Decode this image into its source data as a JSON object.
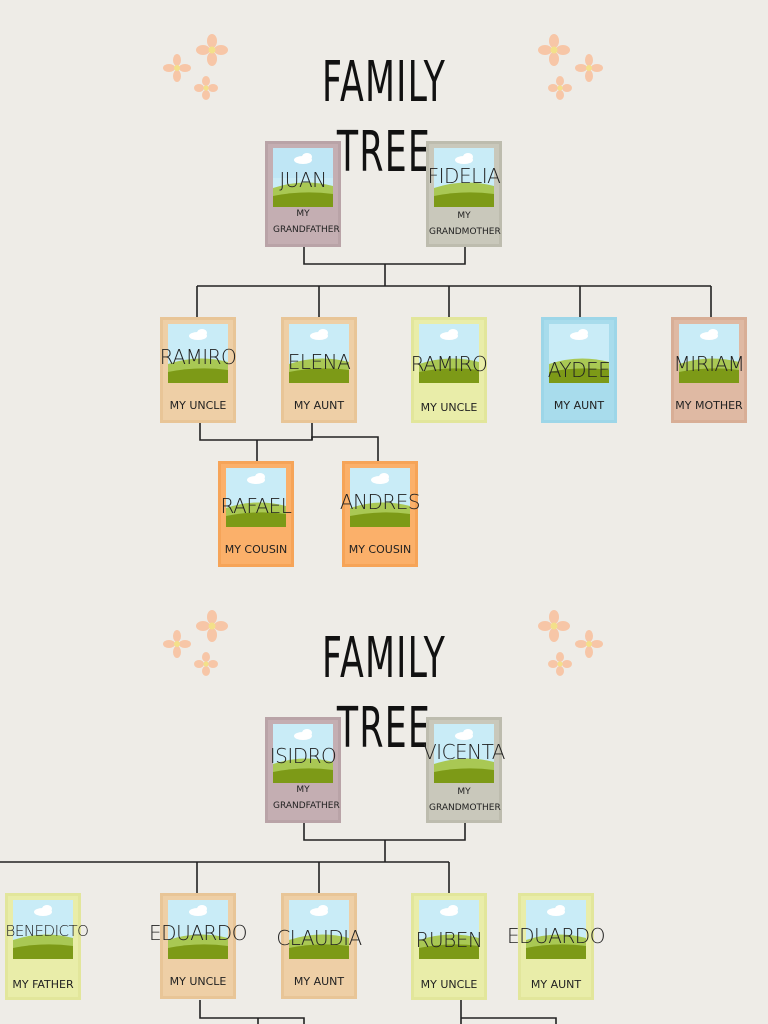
{
  "tree1": {
    "title": "FAMILY TREE",
    "grandfather": {
      "name": "JUAN",
      "relation": "MY GRANDFATHER"
    },
    "grandmother": {
      "name": "FIDELIA",
      "relation": "MY GRANDMOTHER"
    },
    "children": [
      {
        "name": "RAMIRO",
        "relation": "MY UNCLE"
      },
      {
        "name": "ELENA",
        "relation": "MY AUNT"
      },
      {
        "name": "RAMIRO",
        "relation": "MY UNCLE"
      },
      {
        "name": "AYDEE",
        "relation": "MY AUNT"
      },
      {
        "name": "MIRIAM",
        "relation": "MY MOTHER"
      }
    ],
    "grandchildren": [
      {
        "name": "RAFAEL",
        "relation": "MY COUSIN"
      },
      {
        "name": "ANDRES",
        "relation": "MY COUSIN"
      }
    ]
  },
  "tree2": {
    "title": "FAMILY TREE",
    "grandfather": {
      "name": "ISIDRO",
      "relation": "MY GRANDFATHER"
    },
    "grandmother": {
      "name": "VICENTA",
      "relation": "MY GRANDMOTHER"
    },
    "children": [
      {
        "name": "BENEDICTO",
        "relation": "MY FATHER"
      },
      {
        "name": "EDUARDO",
        "relation": "MY UNCLE"
      },
      {
        "name": "CLAUDIA",
        "relation": "MY AUNT"
      },
      {
        "name": "RUBEN",
        "relation": "MY UNCLE"
      },
      {
        "name": "EDUARDO",
        "relation": "MY AUNT"
      }
    ]
  },
  "colors": {
    "background": "#eeece7",
    "mauve": "#c4aeb2",
    "gray": "#c9c8bb",
    "tan": "#eecfa6",
    "yellow": "#e9eda9",
    "blue": "#a8dcec",
    "rose": "#dfb9a3",
    "orange": "#fbb06a",
    "flower": "#f7c6a7"
  }
}
